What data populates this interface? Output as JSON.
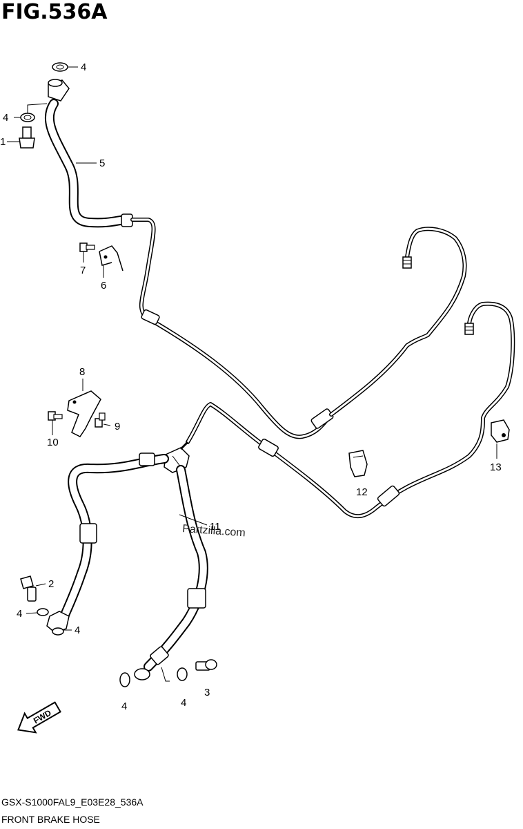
{
  "figure": {
    "title": "FIG.536A",
    "code": "GSX-S1000FAL9_E03E28_536A",
    "description": "FRONT BRAKE HOSE",
    "watermark": "Partzilla.com",
    "fwd_label": "FWD"
  },
  "callouts": [
    {
      "id": "c4a",
      "label": "4"
    },
    {
      "id": "c4b",
      "label": "4"
    },
    {
      "id": "c1",
      "label": "1"
    },
    {
      "id": "c5",
      "label": "5"
    },
    {
      "id": "c7",
      "label": "7"
    },
    {
      "id": "c6",
      "label": "6"
    },
    {
      "id": "c8",
      "label": "8"
    },
    {
      "id": "c9",
      "label": "9"
    },
    {
      "id": "c10",
      "label": "10"
    },
    {
      "id": "c12",
      "label": "12"
    },
    {
      "id": "c13",
      "label": "13"
    },
    {
      "id": "c11",
      "label": "11"
    },
    {
      "id": "c2",
      "label": "2"
    },
    {
      "id": "c4c",
      "label": "4"
    },
    {
      "id": "c4d",
      "label": "4"
    },
    {
      "id": "c3",
      "label": "3"
    },
    {
      "id": "c4e",
      "label": "4"
    },
    {
      "id": "c4f",
      "label": "4"
    }
  ]
}
